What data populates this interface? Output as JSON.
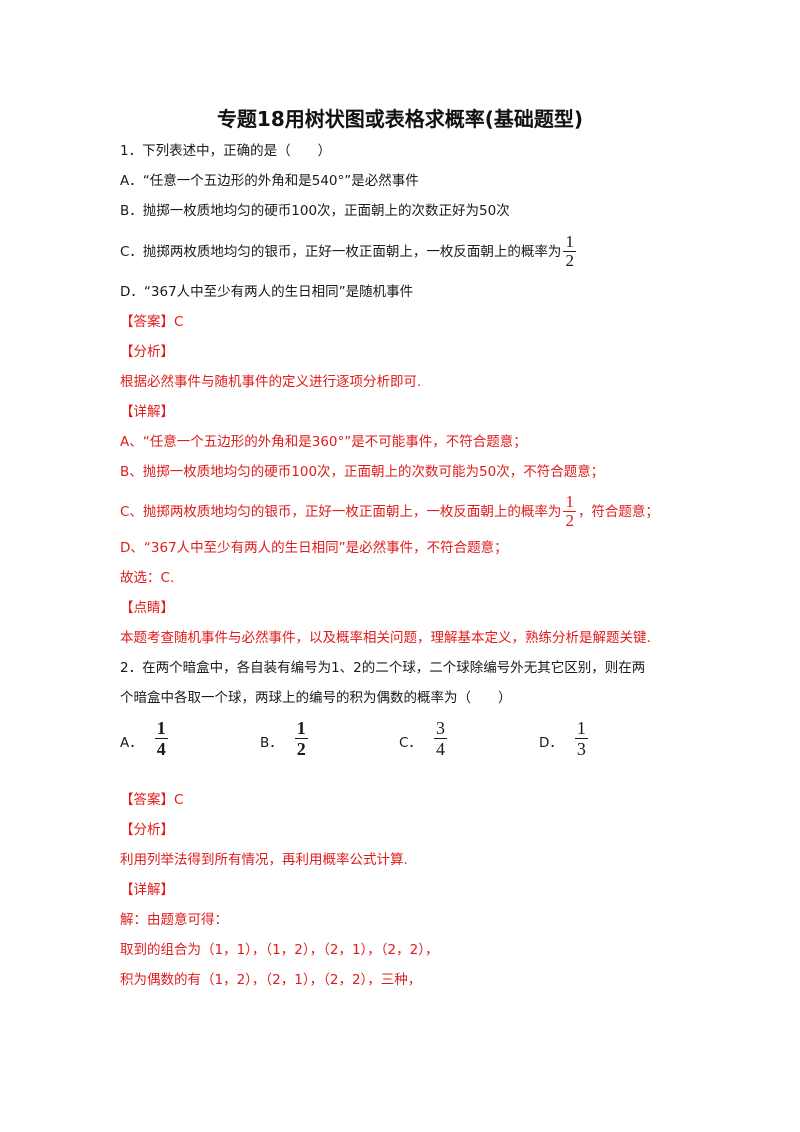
{
  "title": "专题18用树状图或表格求概率(基础题型)",
  "q1": {
    "stem": "1．下列表述中，正确的是（　　）",
    "A": "A．“任意一个五边形的外角和是540°”是必然事件",
    "B": "B．抛掷一枚质地均匀的硬币100次，正面朝上的次数正好为50次",
    "C": "C．抛掷两枚质地均匀的银币，正好一枚正面朝上，一枚反面朝上的概率为",
    "C_num": "1",
    "C_den": "2",
    "D": "D．“367人中至少有两人的生日相同”是随机事件",
    "answer_tag": "【答案】",
    "answer": "C",
    "analysis_tag": "【分析】",
    "analysis": "根据必然事件与随机事件的定义进行逐项分析即可.",
    "detail_tag": "【详解】",
    "dA": "A、“任意一个五边形的外角和是360°”是不可能事件，不符合题意；",
    "dB": "B、抛掷一枚质地均匀的硬币100次，正面朝上的次数可能为50次，不符合题意；",
    "dC_pre": "C、抛掷两枚质地均匀的银币，正好一枚正面朝上，一枚反面朝上的概率为",
    "dC_num": "1",
    "dC_den": "2",
    "dC_post": "，符合题意；",
    "dD": "D、“367人中至少有两人的生日相同”是必然事件，不符合题意；",
    "choose": "故选：C.",
    "comment_tag": "【点睛】",
    "comment": "本题考查随机事件与必然事件，以及概率相关问题，理解基本定义，熟练分析是解题关键."
  },
  "q2": {
    "stem1": "2．在两个暗盒中，各自装有编号为1、2的二个球，二个球除编号外无其它区别，则在两",
    "stem2": "个暗盒中各取一个球，两球上的编号的积为偶数的概率为（　　）",
    "options": [
      {
        "label": "A．",
        "num": "1",
        "den": "4"
      },
      {
        "label": "B．",
        "num": "1",
        "den": "2"
      },
      {
        "label": "C．",
        "num": "3",
        "den": "4"
      },
      {
        "label": "D．",
        "num": "1",
        "den": "3"
      }
    ],
    "answer_tag": "【答案】",
    "answer": "C",
    "analysis_tag": "【分析】",
    "analysis": "利用列举法得到所有情况，再利用概率公式计算.",
    "detail_tag": "【详解】",
    "d1": "解：由题意可得：",
    "d2": "取到的组合为（1，1），（1，2），（2，1），（2，2），",
    "d3": "积为偶数的有（1，2），（2，1），（2，2），三种，"
  }
}
